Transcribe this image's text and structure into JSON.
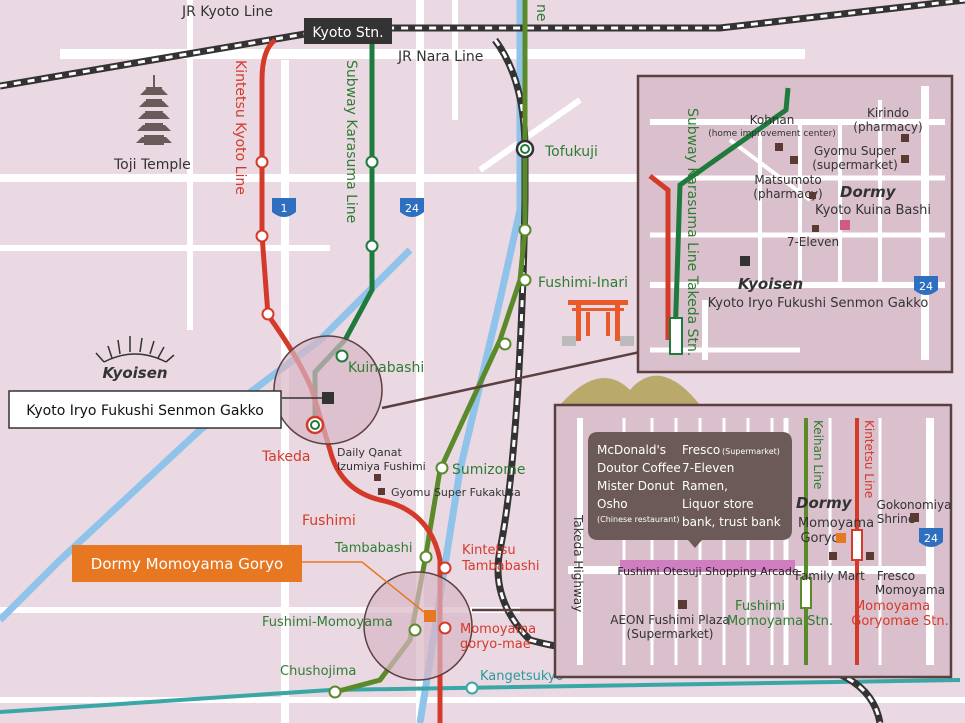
{
  "rail_lines": {
    "jr_kyoto": "JR Kyoto Line",
    "jr_nara": "JR Nara Line",
    "kintetsu_kyoto": "Kintetsu Kyoto Line",
    "subway_karasuma": "Subway Karasuma Line",
    "keihan_top_fragment": "ne"
  },
  "stations": {
    "kyoto": "Kyoto Stn.",
    "tofukuji": "Tofukuji",
    "fushimi_inari": "Fushimi-Inari",
    "kuinabashi": "Kuinabashi",
    "takeda": "Takeda",
    "sumizome": "Sumizome",
    "fushimi": "Fushimi",
    "tambabashi": "Tambabashi",
    "kintetsu_tambabashi_1": "Kintetsu",
    "kintetsu_tambabashi_2": "Tambabashi",
    "fushimi_momoyama": "Fushimi-Momoyama",
    "momoyama_goryo_mae_1": "Momoyama",
    "momoyama_goryo_mae_2": "goryo-mae",
    "chushojima": "Chushojima",
    "kangetsukyo": "Kangetsukyo"
  },
  "landmarks": {
    "toji": "Toji Temple",
    "daily_qanat_1": "Daily Qanat",
    "daily_qanat_2": "Izumiya Fushimi",
    "gyomu_fukakusa": "Gyomu Super Fukakusa"
  },
  "road_badges": [
    "1",
    "24",
    "24",
    "24"
  ],
  "callouts": {
    "kyoisen_logo": "Kyoisen",
    "kyoisen_box": "Kyoto Iryo Fukushi Senmon Gakko",
    "dormy_box": "Dormy Momoyama Goryo"
  },
  "inset_top": {
    "line_label": "Subway Karasuma Line  Takeda Stn.",
    "kohnan_1": "Kohnan",
    "kohnan_2": "(home improvement center)",
    "kirindo_1": "Kirindo",
    "kirindo_2": "(pharmacy)",
    "gyomu_1": "Gyomu Super",
    "gyomu_2": "(supermarket)",
    "matsumoto_1": "Matsumoto",
    "matsumoto_2": "(pharmacy)",
    "dormy_logo": "Dormy",
    "dormy_name": "Kyoto Kuina Bashi",
    "seven": "7-Eleven",
    "kyoisen_logo": "Kyoisen",
    "kyoisen_name": "Kyoto Iryo Fukushi Senmon Gakko"
  },
  "inset_bottom": {
    "info_left": [
      "McDonald's",
      "Doutor Coffee",
      "Mister Donut",
      "Osho"
    ],
    "info_left_note": "(Chinese restaurant)",
    "info_right_1": "Fresco",
    "info_right_1_note": "(Supermarket)",
    "info_right": [
      "7-Eleven",
      "Ramen,",
      "Liquor store",
      "bank, trust bank"
    ],
    "arcade": "Fushimi Otesuji Shopping Arcade",
    "takeda_highway": "Takeda Highway",
    "aeon_1": "AEON Fushimi Plaza",
    "aeon_2": "(Supermarket)",
    "keihan_line": "Keihan Line",
    "kintetsu_line": "Kintetsu Line",
    "dormy_logo": "Dormy",
    "dormy_name_1": "Momoyama",
    "dormy_name_2": "Goryo",
    "gokonomiya_1": "Gokonomiya",
    "gokonomiya_2": "Shrine",
    "family_mart": "Family Mart",
    "fresco_1": "Fresco",
    "fresco_2": "Momoyama",
    "fushimi_momoyama_stn_1": "Fushimi",
    "fushimi_momoyama_stn_2": "Momoyama Stn.",
    "momoyama_goryomae_stn_1": "Momoyama",
    "momoyama_goryomae_stn_2": "Goryomae Stn."
  },
  "colors": {
    "background": "#ead9e3",
    "road": "#ffffff",
    "jr": "#333333",
    "kintetsu": "#d43a2a",
    "subway": "#1f7a3e",
    "keihan": "#5a8a2a",
    "river": "#8fc3ea",
    "accent_orange": "#e87722",
    "kangetsukyo": "#3aa6a6",
    "info_box": "#6b5a57",
    "arcade": "#cf7fc0"
  }
}
